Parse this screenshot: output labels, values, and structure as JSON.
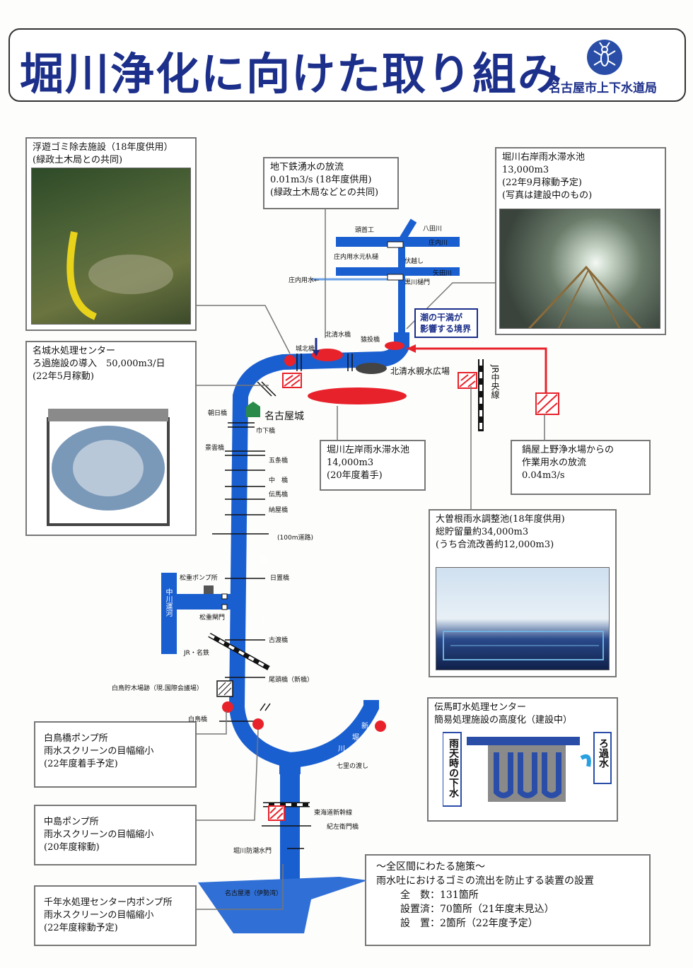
{
  "header": {
    "title": "堀川浄化に向けた取り組み",
    "org": "名古屋市上下水道局"
  },
  "boxes": {
    "floating_trash": [
      "浮遊ゴミ除去施設（18年度供用）",
      "(緑政土木局との共同)"
    ],
    "subway_water": [
      "地下鉄湧水の放流",
      "0.01m3/s (18年度供用)",
      "(緑政土木局などとの共同)"
    ],
    "right_bank": [
      "堀川右岸雨水滞水池",
      "13,000m3",
      "(22年9月稼動予定)",
      "(写真は建設中のもの)"
    ],
    "meijo": [
      "名城水処理センター",
      "ろ過施設の導入　50,000m3/日",
      "(22年5月稼動)"
    ],
    "left_bank": [
      "堀川左岸雨水滞水池",
      "14,000m3",
      "(20年度着手)"
    ],
    "nabeya": [
      "鍋屋上野浄水場からの",
      "作業用水の放流",
      "0.04m3/s"
    ],
    "ozone": [
      "大曽根雨水調整池(18年度供用)",
      "総貯留量約34,000m3",
      "(うち合流改善約12,000m3)"
    ],
    "denmacho": [
      "伝馬町水処理センター",
      "簡易処理施設の高度化（建設中）"
    ],
    "shirotori": [
      "白鳥橋ポンプ所",
      "雨水スクリーンの目幅縮小",
      "(22年度着手予定)"
    ],
    "nakajima": [
      "中島ポンプ所",
      "雨水スクリーンの目幅縮小",
      "(20年度稼動)"
    ],
    "sennen": [
      "千年水処理センター内ポンプ所",
      "雨水スクリーンの目幅縮小",
      "(22年度稼動予定)"
    ],
    "tide": [
      "潮の干満が",
      "影響する境界"
    ]
  },
  "summary": {
    "title": "～全区間にわたる施策～",
    "desc": "雨水吐におけるゴミの流出を防止する装置の設置",
    "rows": [
      {
        "label": "全　数：",
        "value": "131箇所",
        "note": ""
      },
      {
        "label": "設置済：",
        "value": "70箇所",
        "note": "（21年度末見込）"
      },
      {
        "label": "設　置：",
        "value": "2箇所",
        "note": "（22年度予定）"
      }
    ]
  },
  "map_labels": {
    "yadagawa": "八田川",
    "shonaigawa": "庄内川",
    "toshuko": "頭首工",
    "shonai_suimoto": "庄内用水元杁樋",
    "fusekoshi": "伏越し",
    "yadagawa2": "矢田川",
    "kurokawa": "黒川樋門",
    "shonai_yosui": "庄内用水←",
    "kitakiyomizu_bridge": "北清水橋",
    "sarunage": "猿投橋",
    "jokita": "城北橋",
    "kitakiyomizu_plaza": "北清水親水広場",
    "nagoya_castle": "名古屋城",
    "asahi": "朝日橋",
    "ikashita": "巾下橋",
    "kagetaka": "景雲橋",
    "gojo": "五条橋",
    "naka": "中　橋",
    "denma": "伝馬橋",
    "nayabashi": "納屋橋",
    "road100": "(100m道路)",
    "hori": "堀",
    "kawa": "川",
    "matsushige_pump": "松重ポンプ所",
    "nakagawa_canal": "中川運河",
    "matsushige_gate": "松重閘門",
    "hioki": "日置橋",
    "furuwatari": "古渡橋",
    "jr_meitetsu": "JR・名鉄",
    "obata": "尾頭橋（新橋）",
    "shirotori_lumber": "白鳥貯木場跡（現.国際会議場）",
    "shirotori_bridge": "白鳥橋",
    "shichiri": "七里の渡し",
    "shin": "新",
    "hori2": "堀",
    "kawa2": "川",
    "shinkansen": "東海道新幹線",
    "kizaemon": "紀左衛門橋",
    "horikawa_gate": "堀川防潮水門",
    "nagoya_port": "名古屋港（伊勢湾）",
    "jr_chuo": "JR中央線",
    "rain_downstream": "雨天時の下水",
    "filtered_water": "ろ過水"
  },
  "colors": {
    "river": "#1a5fd0",
    "title": "#1c2f8a",
    "marker_red": "#e8222b"
  }
}
